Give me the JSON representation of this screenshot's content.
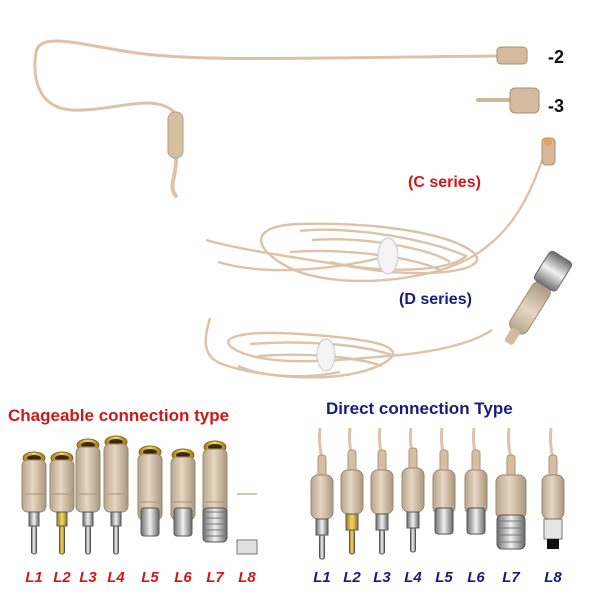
{
  "colors": {
    "changeable": "#d01818",
    "direct": "#1a1a80",
    "cable_skin": "#dcc3a8",
    "background": "#ffffff"
  },
  "mic_variants": {
    "dash2": "-2",
    "dash3": "-3"
  },
  "cable_series": {
    "c_series": "(C  series)",
    "d_series": "(D  series)"
  },
  "changeable_section": {
    "title": "Chageable connection type",
    "connectors": [
      {
        "label": "L1"
      },
      {
        "label": "L2"
      },
      {
        "label": "L3"
      },
      {
        "label": "L4"
      },
      {
        "label": "L5"
      },
      {
        "label": "L6"
      },
      {
        "label": "L7"
      },
      {
        "label": "L8"
      }
    ]
  },
  "direct_section": {
    "title": "Direct connection Type",
    "connectors": [
      {
        "label": "L1"
      },
      {
        "label": "L2"
      },
      {
        "label": "L3"
      },
      {
        "label": "L4"
      },
      {
        "label": "L5"
      },
      {
        "label": "L6"
      },
      {
        "label": "L7"
      },
      {
        "label": "L8"
      }
    ]
  }
}
